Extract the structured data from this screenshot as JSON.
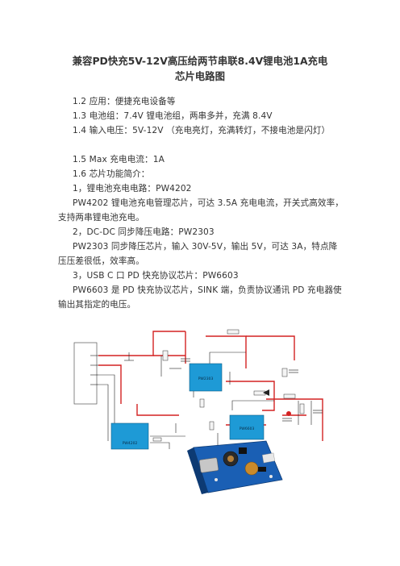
{
  "title": {
    "line1": "兼容PD快充5V-12V高压给两节串联8.4V锂电池1A充电",
    "line2": "芯片电路图"
  },
  "paragraphs": [
    "1.2  应用：便捷充电设备等",
    "1.3  电池组：7.4V 锂电池组，两串多并，充满 8.4V",
    "1.4 输入电压：5V-12V    （充电亮灯，充满转灯，不接电池是闪灯）",
    "1.5  Max 充电电流：1A",
    "1.6 芯片功能简介：",
    "1，锂电池充电电路：PW4202",
    "PW4202 锂电池充电管理芯片，可达 3.5A 充电电流，开关式高效率，支持两串锂电池充电。",
    "2，DC-DC 同步降压电路：PW2303",
    "PW2303 同步降压芯片，输入 30V-5V，输出 5V，可达 3A，特点降压压差很低，效率高。",
    "3，USB C 口 PD 快充协议芯片：PW6603",
    "PW6603 是 PD 快充协议芯片，SINK 端，负责协议通讯 PD 充电器使输出其指定的电压。"
  ],
  "schematic": {
    "chip1": "PW2303",
    "chip2": "PW4202",
    "chip3": "PW6603",
    "colors": {
      "wire_red": "#d32222",
      "wire_black": "#222222",
      "chip_blue": "#1e9ad6",
      "pcb_blue": "#1a5fb4"
    }
  }
}
